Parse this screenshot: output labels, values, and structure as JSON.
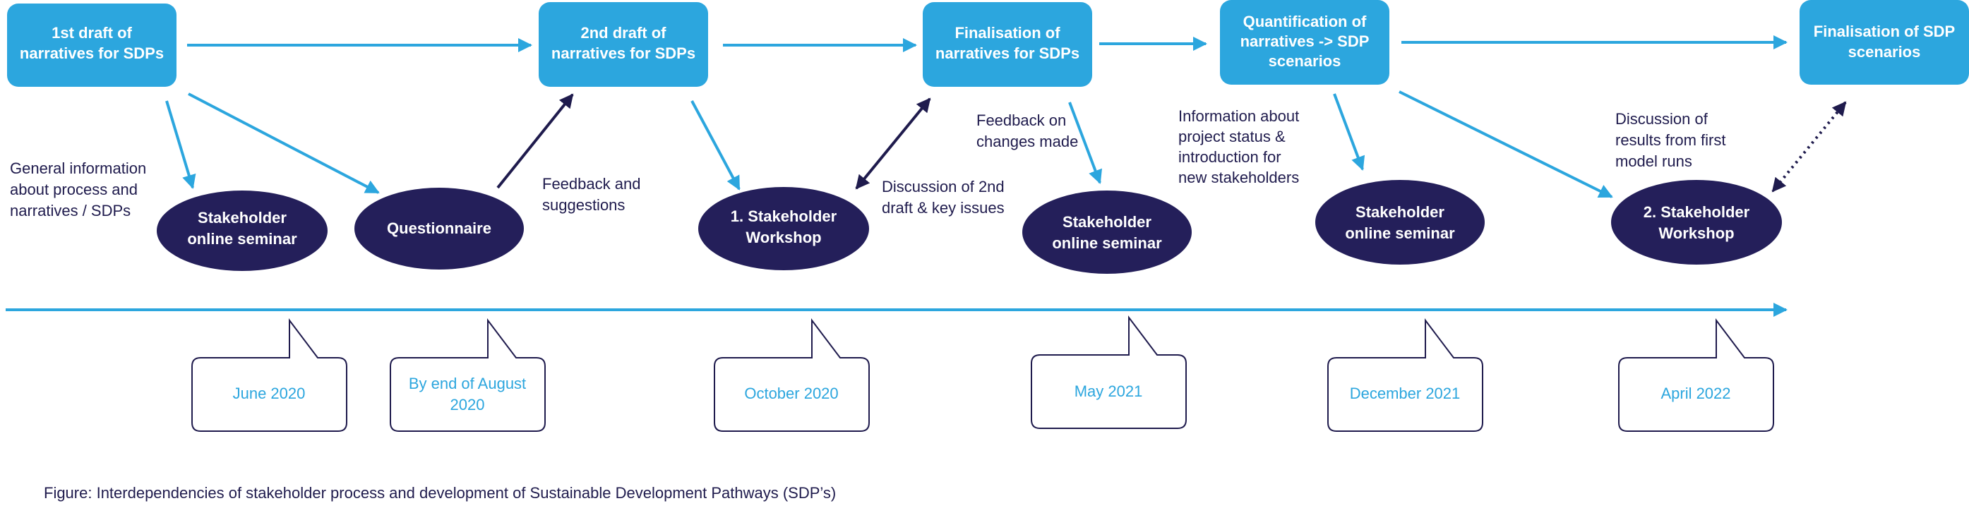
{
  "colors": {
    "phase_box": "#2ca6de",
    "event_ellipse": "#241f5a",
    "note_text": "#1f1b4d",
    "date_text": "#2ca6de",
    "arrow_light": "#2ca6de",
    "arrow_dark": "#1f1b4d"
  },
  "phases": [
    {
      "lines": [
        "1st draft of",
        "narratives for SDPs"
      ]
    },
    {
      "lines": [
        "2nd draft of",
        "narratives for SDPs"
      ]
    },
    {
      "lines": [
        "Finalisation of",
        "narratives for SDPs"
      ]
    },
    {
      "lines": [
        "Quantification of",
        "narratives -> SDP",
        "scenarios"
      ]
    },
    {
      "lines": [
        "Finalisation of SDP",
        "scenarios"
      ]
    }
  ],
  "events": [
    {
      "lines": [
        "Stakeholder",
        "online seminar"
      ]
    },
    {
      "lines": [
        "Questionnaire"
      ]
    },
    {
      "lines": [
        "1. Stakeholder",
        "Workshop"
      ]
    },
    {
      "lines": [
        "Stakeholder",
        "online seminar"
      ]
    },
    {
      "lines": [
        "Stakeholder",
        "online seminar"
      ]
    },
    {
      "lines": [
        "2. Stakeholder",
        "Workshop"
      ]
    }
  ],
  "notes": [
    {
      "lines": [
        "General information",
        "about process and",
        "narratives / SDPs"
      ]
    },
    {
      "lines": [
        "Feedback and",
        "suggestions"
      ]
    },
    {
      "lines": [
        "Discussion of 2nd",
        "draft  & key issues"
      ]
    },
    {
      "lines": [
        "Feedback on",
        "changes made"
      ]
    },
    {
      "lines": [
        "Information about",
        "project status &",
        "introduction for",
        "new stakeholders"
      ]
    },
    {
      "lines": [
        "Discussion of",
        "results from first",
        "model runs"
      ]
    }
  ],
  "dates": [
    {
      "lines": [
        "June 2020"
      ]
    },
    {
      "lines": [
        "By end of August",
        "2020"
      ]
    },
    {
      "lines": [
        "October 2020"
      ]
    },
    {
      "lines": [
        "May 2021"
      ]
    },
    {
      "lines": [
        "December 2021"
      ]
    },
    {
      "lines": [
        "April 2022"
      ]
    }
  ],
  "caption": "Figure: Interdependencies of stakeholder process and development of Sustainable Development Pathways (SDP’s)"
}
